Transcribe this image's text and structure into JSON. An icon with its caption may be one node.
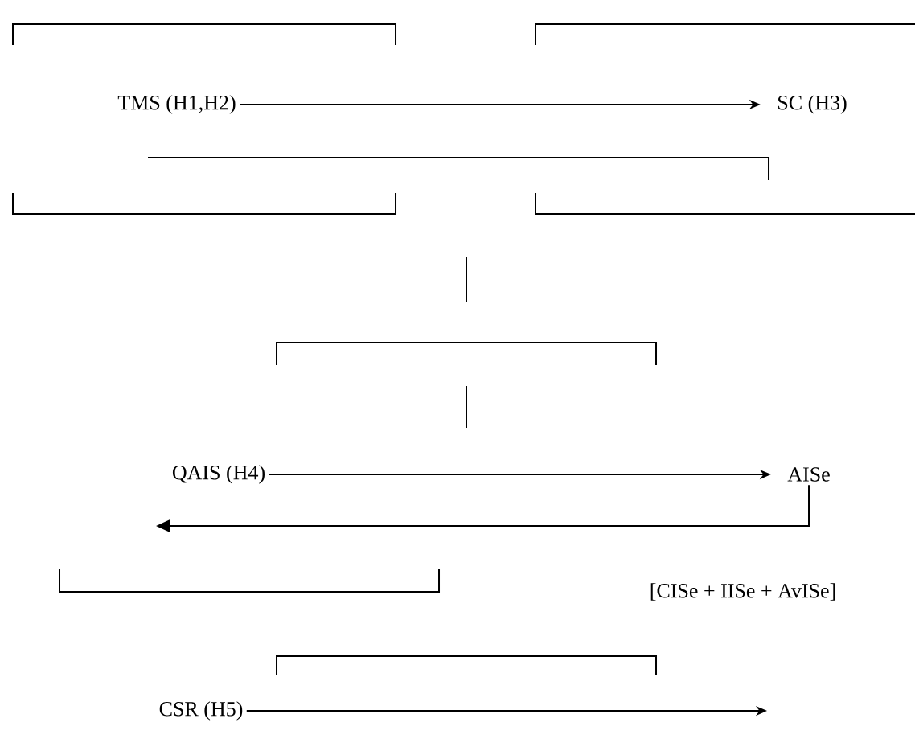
{
  "diagram": {
    "nodes": [
      {
        "text": [
          "TMS (H1,H2)"
        ]
      },
      {
        "text": [
          "SC (H3)"
        ]
      },
      {
        "text": [
          "QAIS (H4)"
        ]
      },
      {
        "text": [
          "AISe"
        ]
      },
      {
        "text": [
          "CSR (H5)"
        ]
      }
    ],
    "edges": [
      {
        "from": 0,
        "to": 1,
        "arrow": "to"
      },
      {
        "from": 2,
        "to": 3,
        "arrow": "to"
      },
      {
        "from": 3,
        "to": null,
        "arrow": "to"
      },
      {
        "from": 4,
        "to": null,
        "arrow": "to"
      }
    ],
    "labels": [
      "[CISe + IISe + AvISe]"
    ]
  }
}
